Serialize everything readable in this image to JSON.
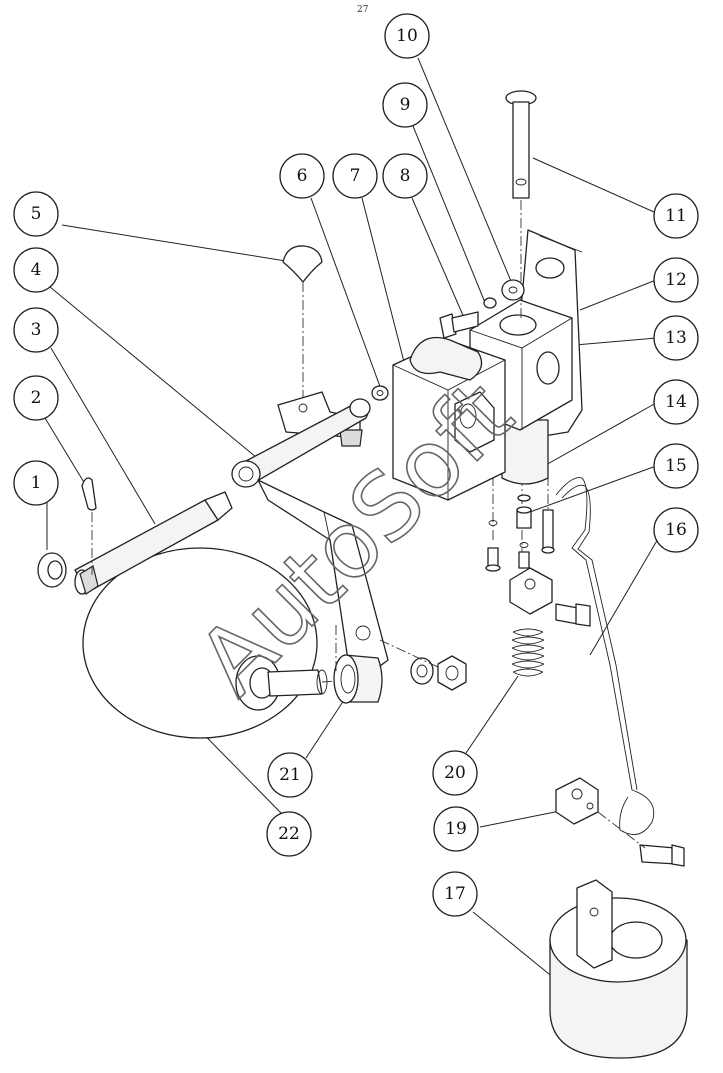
{
  "page_mark": "27",
  "watermark": "AutoSoft",
  "callouts": [
    {
      "id": "1",
      "label": "1"
    },
    {
      "id": "2",
      "label": "2"
    },
    {
      "id": "3",
      "label": "3"
    },
    {
      "id": "4",
      "label": "4"
    },
    {
      "id": "5",
      "label": "5"
    },
    {
      "id": "6",
      "label": "6"
    },
    {
      "id": "7",
      "label": "7"
    },
    {
      "id": "8",
      "label": "8"
    },
    {
      "id": "9",
      "label": "9"
    },
    {
      "id": "10",
      "label": "10"
    },
    {
      "id": "11",
      "label": "11"
    },
    {
      "id": "12",
      "label": "12"
    },
    {
      "id": "13",
      "label": "13"
    },
    {
      "id": "14",
      "label": "14"
    },
    {
      "id": "15",
      "label": "15"
    },
    {
      "id": "16",
      "label": "16"
    },
    {
      "id": "17",
      "label": "17"
    },
    {
      "id": "19",
      "label": "19"
    },
    {
      "id": "20",
      "label": "20"
    },
    {
      "id": "21",
      "label": "21"
    },
    {
      "id": "22",
      "label": "22"
    }
  ]
}
